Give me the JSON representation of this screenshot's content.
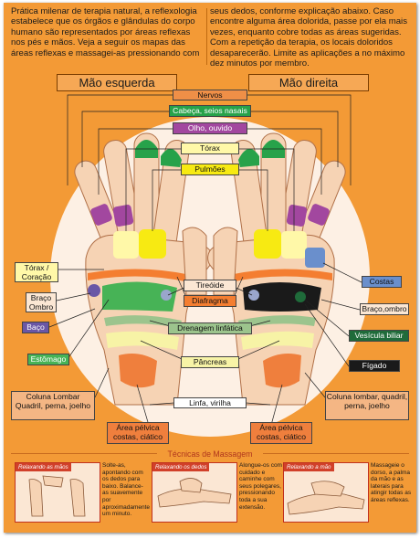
{
  "intro": {
    "left": "Prática milenar de terapia natural, a reflexologia estabelece que os órgãos e glândulas do corpo humano são representados por áreas reflexas nos pés e mãos. Veja a seguir os mapas das áreas reflexas e massagei-as pressionando com",
    "right": "seus dedos, conforme explicação abaixo. Caso encontre alguma área dolorida, passe por ela mais vezes, enquanto cobre todas as áreas sugeridas. Com a repetição da terapia, os locais doloridos desaparecerão. Limite as aplicações a no máximo dez minutos por membro."
  },
  "titles": {
    "left_hand": "Mão esquerda",
    "right_hand": "Mão direita"
  },
  "center_labels": {
    "nervos": "Nervos",
    "cabeca": "Cabeça, seios nasais",
    "olho": "Olho, ouvido",
    "torax": "Tórax",
    "pulmoes": "Pulmões",
    "tireoide": "Tireóide",
    "diafragma": "Diafragma",
    "drenagem": "Drenagem linfática",
    "pancreas": "Pâncreas",
    "linfa": "Linfa, virilha"
  },
  "left_labels": {
    "torax_coracao": "Tórax / Coração",
    "braco_ombro": "Braço Ombro",
    "baco": "Baço",
    "estomago": "Estômago",
    "coluna": "Coluna Lombar Quadril, perna, joelho",
    "pelvica": "Área pélvica costas, ciático"
  },
  "right_labels": {
    "costas": "Costas",
    "braco_ombro": "Braço,ombro",
    "vesicula": "Vesícula biliar",
    "figado": "Fígado",
    "coluna": "Coluna lombar, quadril, perna, joelho",
    "pelvica": "Área pélvica costas, ciático"
  },
  "techniques": {
    "title": "Técnicas de Massagem",
    "items": [
      {
        "tag": "Relaxando as mãos",
        "text": "Solte-as, apontando com os dedos para baixo. Balance-as suavemente por aproximadamente um minuto."
      },
      {
        "tag": "Relaxando os dedos",
        "text": "Alongue-os com cuidado e caminhe com seus polegares, pressionando toda a sua extensão."
      },
      {
        "tag": "Relaxando a mão",
        "text": "Massageie o dorso, a palma da mão e as laterais para atingir todas as áreas reflexas."
      }
    ]
  },
  "colors": {
    "background": "#f39a36",
    "hand": "#f6d3b4",
    "nervos": "#ef8f47",
    "cabeca": "#27a24a",
    "olho": "#a2479f",
    "torax": "#fff8a8",
    "pulmoes": "#f7ea12",
    "tireoide": "#9aa6cc",
    "diafragma": "#f47e31",
    "drenagem": "#9cc48d",
    "pancreas": "#f7f3a6",
    "linfa": "#ffffff",
    "baco": "#6a57a6",
    "estomago": "#47b356",
    "costas": "#6a8fcc",
    "figado": "#1a1a1a",
    "vesicula": "#1f6b3a"
  }
}
